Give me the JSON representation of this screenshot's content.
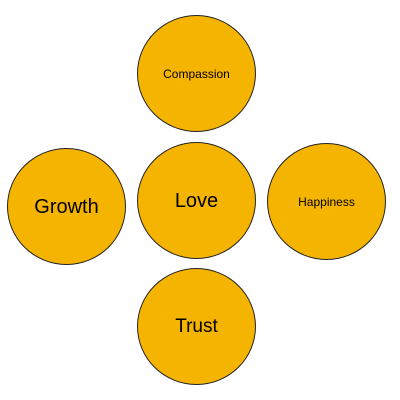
{
  "colors": {
    "circle_fill": "#F5B400",
    "circle_border": "#222222",
    "text": "#000000"
  },
  "nodes": {
    "compassion": {
      "label": "Compassion"
    },
    "love": {
      "label": "Love"
    },
    "growth": {
      "label": "Growth"
    },
    "happiness": {
      "label": "Happiness"
    },
    "trust": {
      "label": "Trust"
    }
  }
}
